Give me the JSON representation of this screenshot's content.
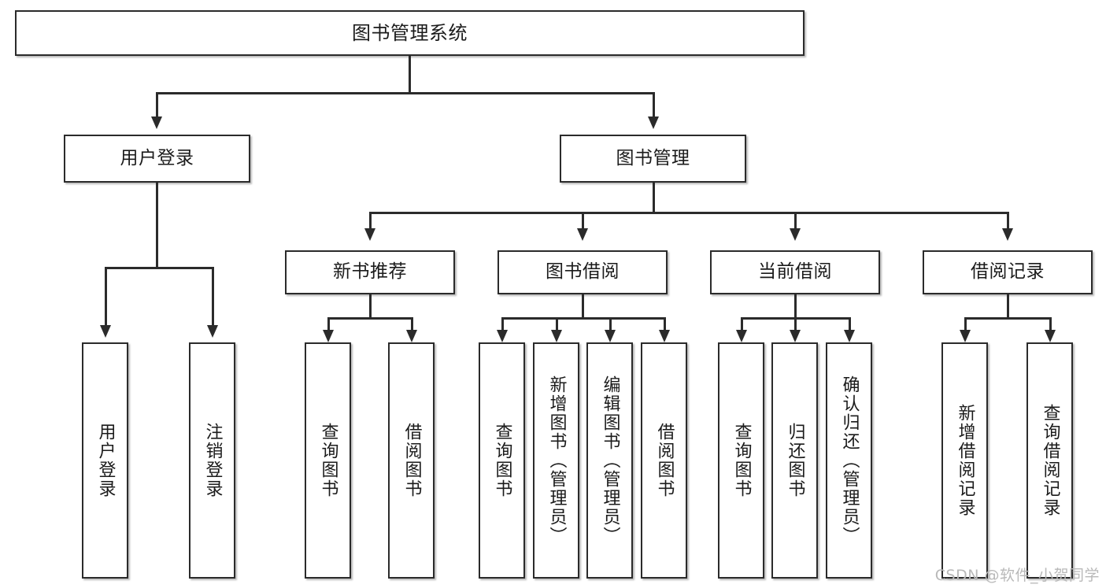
{
  "diagram": {
    "title": "图书管理系统",
    "type": "tree-hierarchy-flowchart",
    "watermark": "CSDN @软件_小贺同学",
    "colors": {
      "stroke": "#2b2b2b",
      "fill": "#ffffff",
      "text": "#1b1b1b",
      "watermark": "#b9b9b9"
    },
    "levels": {
      "root": {
        "label": "图书管理系统"
      },
      "level2": [
        {
          "id": "user-login",
          "label": "用户登录"
        },
        {
          "id": "book-management",
          "label": "图书管理"
        }
      ],
      "level3": [
        {
          "id": "new-book-recommend",
          "label": "新书推荐"
        },
        {
          "id": "book-borrow",
          "label": "图书借阅"
        },
        {
          "id": "current-borrow",
          "label": "当前借阅"
        },
        {
          "id": "borrow-record",
          "label": "借阅记录"
        }
      ],
      "leaves": {
        "user_login": [
          {
            "id": "leaf-user-login",
            "label": "用户登录"
          },
          {
            "id": "leaf-logout-login",
            "label": "注销登录"
          }
        ],
        "new_book_recommend": [
          {
            "id": "leaf-query-book-1",
            "label": "查询图书"
          },
          {
            "id": "leaf-borrow-book-1",
            "label": "借阅图书"
          }
        ],
        "book_borrow": [
          {
            "id": "leaf-query-book-2",
            "label": "查询图书"
          },
          {
            "id": "leaf-add-book",
            "label": "新增图书（管理员）"
          },
          {
            "id": "leaf-edit-book",
            "label": "编辑图书（管理员）"
          },
          {
            "id": "leaf-borrow-book-2",
            "label": "借阅图书"
          }
        ],
        "current_borrow": [
          {
            "id": "leaf-query-book-3",
            "label": "查询图书"
          },
          {
            "id": "leaf-return-book",
            "label": "归还图书"
          },
          {
            "id": "leaf-confirm-return",
            "label": "确认归还（管理员）"
          }
        ],
        "borrow_record": [
          {
            "id": "leaf-add-record",
            "label": "新增借阅记录"
          },
          {
            "id": "leaf-query-record",
            "label": "查询借阅记录"
          }
        ]
      }
    }
  }
}
